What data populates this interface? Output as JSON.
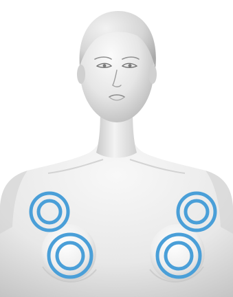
{
  "figure": {
    "subject": "mannequin-upper-body",
    "marker_color": "#4a9fd8",
    "skin_light": "#f4f4f4",
    "skin_shadow": "#bdbdbd",
    "background": "#ffffff",
    "markers": [
      {
        "name": "marker-upper-right-chest"
      },
      {
        "name": "marker-upper-left-chest"
      },
      {
        "name": "marker-lower-right-chest"
      },
      {
        "name": "marker-lower-left-chest"
      }
    ]
  }
}
